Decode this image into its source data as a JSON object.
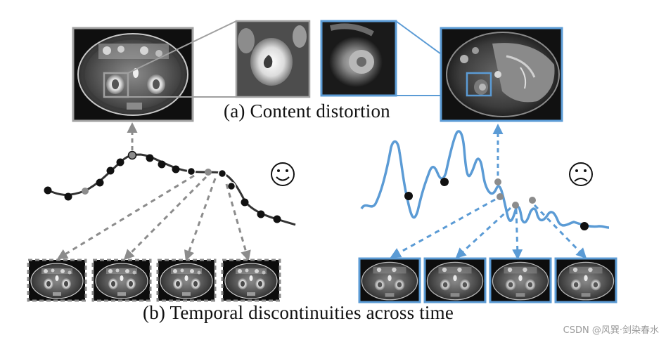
{
  "captions": {
    "a": "(a) Content distortion",
    "b": "(b) Temporal discontinuities across time"
  },
  "watermark": "CSDN @风巽·剑染春水",
  "colors": {
    "gray_frame": "#a0a0a0",
    "gray_arrow": "#8c8c8c",
    "blue": "#5b9bd5",
    "curve_dark": "#333333",
    "dot_black": "#111111",
    "background": "#ffffff"
  },
  "icons": {
    "left_face": "smiley-face-icon",
    "right_face": "frowning-face-icon"
  },
  "emoji": {
    "smile": "☺",
    "frown": "☹"
  },
  "panels": {
    "left_frames": 4,
    "right_frames": 4
  }
}
